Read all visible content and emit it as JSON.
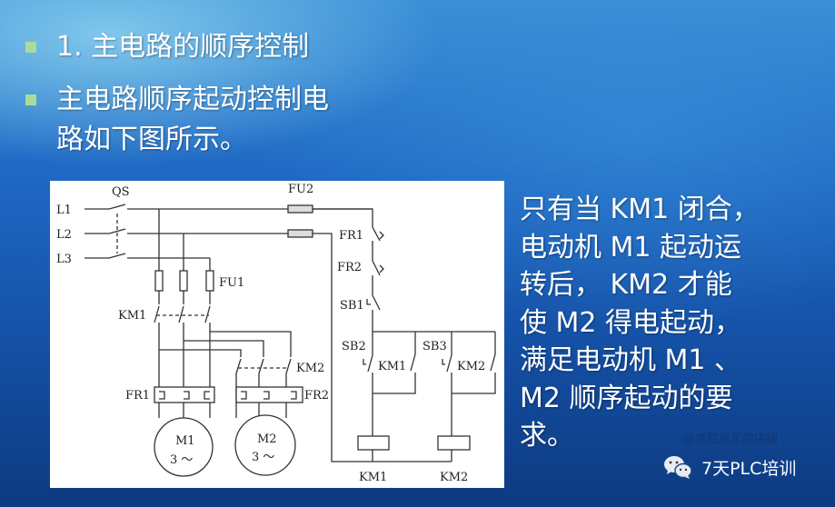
{
  "slide": {
    "bullets": [
      {
        "text": "1. 主电路的顺序控制"
      },
      {
        "line1": "主电路顺序起动控制电",
        "line2": "路如下图所示。"
      }
    ],
    "description_lines": [
      "只有当 KM1 闭合，",
      "电动机 M1 起动运",
      "转后， KM2 才能",
      "使 M2 得电起动，",
      "满足电动机 M1 、",
      "M2 顺序起动的要",
      "求。"
    ],
    "bullet_color": "#a9dc9a"
  },
  "diagram": {
    "labels": {
      "qs": "QS",
      "l1": "L1",
      "l2": "L2",
      "l3": "L3",
      "fu1": "FU1",
      "fu2": "FU2",
      "km1_main": "KM1",
      "km2_main": "KM2",
      "fr1_main": "FR1",
      "fr2_main": "FR2",
      "m1": "M1",
      "m2": "M2",
      "m1_phase": "3 ～",
      "m2_phase": "3 ～",
      "fr1_ctrl": "FR1",
      "fr2_ctrl": "FR2",
      "sb1": "SB1",
      "sb2": "SB2",
      "sb3": "SB3",
      "km1_aux": "KM1",
      "km2_aux": "KM2",
      "km1_coil": "KM1",
      "km2_coil": "KM2"
    }
  },
  "watermark": "@常胜将军的店铺",
  "footer": {
    "icon": "wechat-icon",
    "text": "7天PLC培训"
  }
}
